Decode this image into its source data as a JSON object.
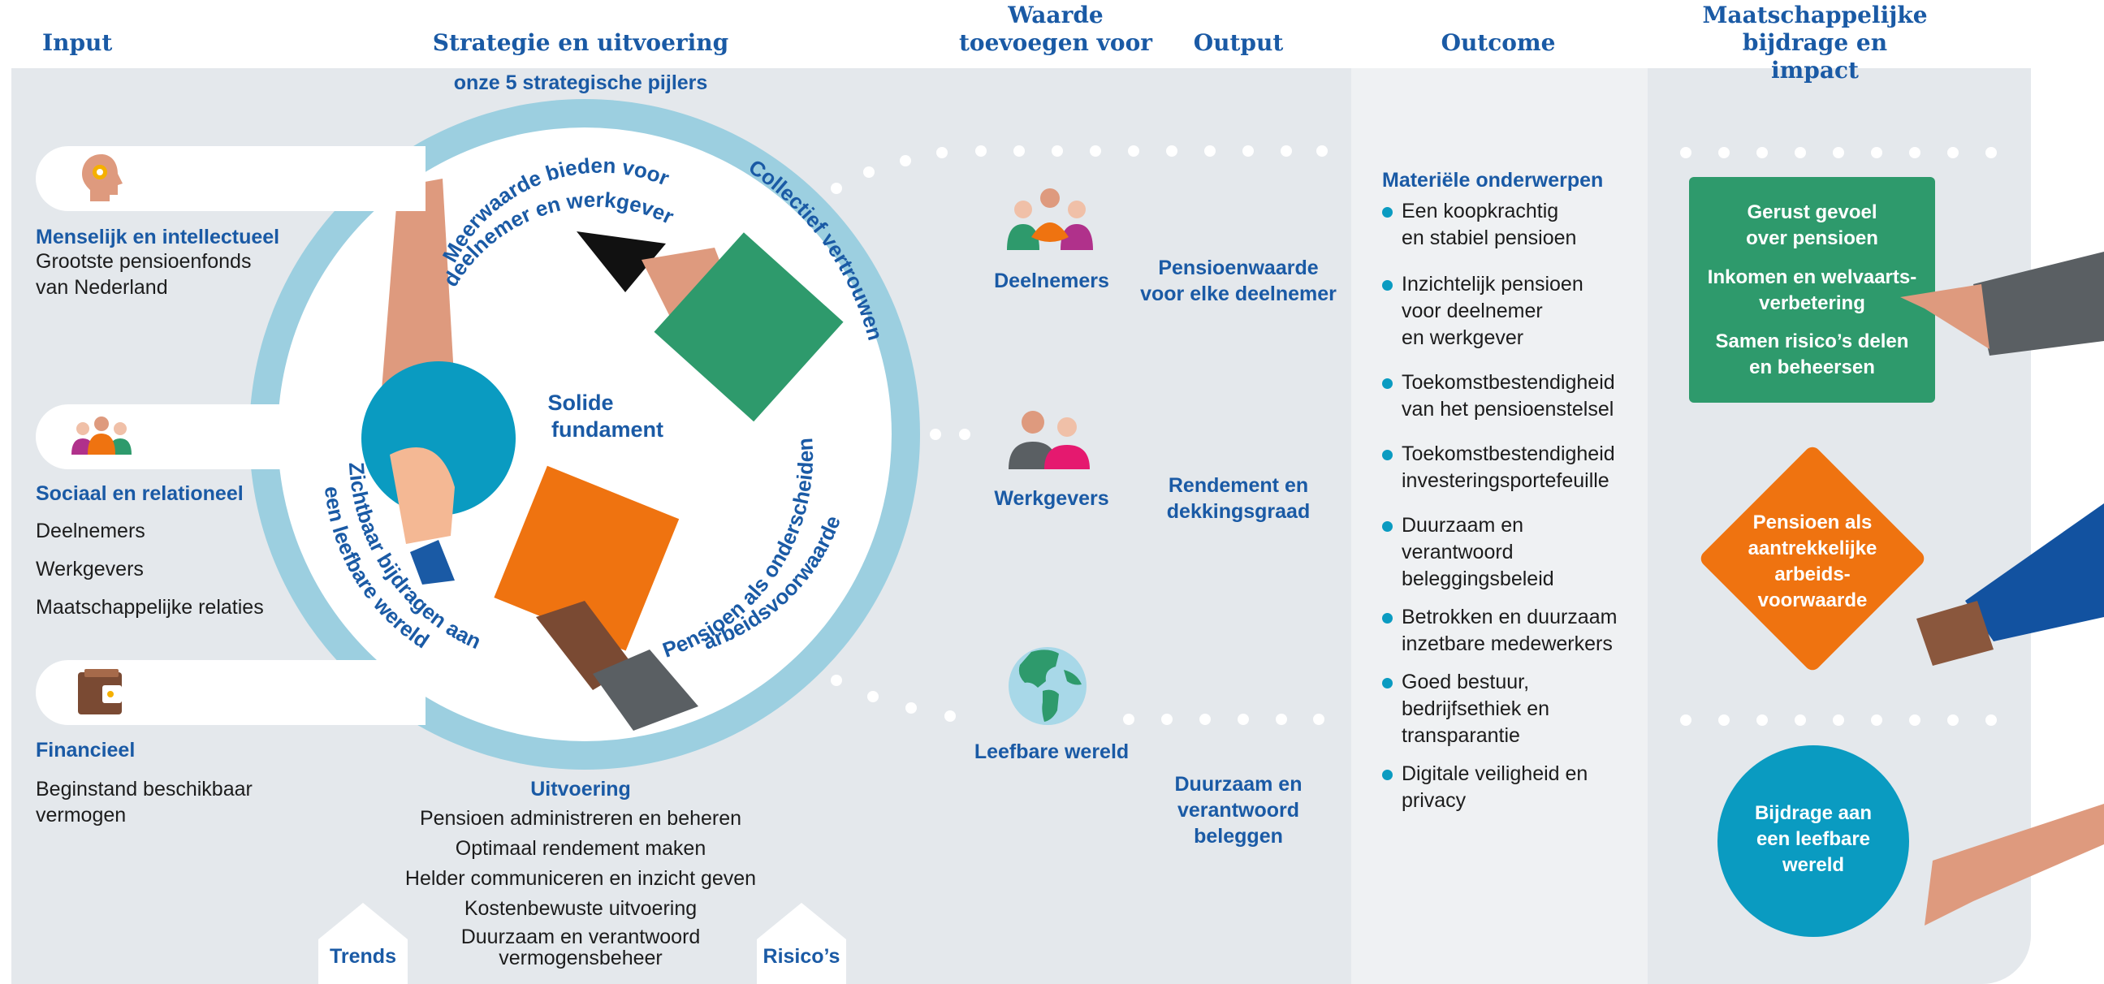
{
  "headers": {
    "input": "Input",
    "strategie": "Strategie en uitvoering",
    "waarde": "Waarde toevoegen voor",
    "output": "Output",
    "outcome": "Outcome",
    "impact": "Maatschappelijke bijdrage en impact"
  },
  "strategie_subtitle": "onze 5 strategische pijlers",
  "inputs": [
    {
      "title": "Menselijk en intellectueel",
      "lines": [
        "Grootste pensioenfonds",
        "van Nederland"
      ]
    },
    {
      "title": "Sociaal en relationeel",
      "lines": [
        "Deelnemers",
        "Werkgevers",
        "Maatschappelijke relaties"
      ]
    },
    {
      "title": "Financieel",
      "lines": [
        "Beginstand beschikbaar",
        "vermogen"
      ]
    }
  ],
  "pillars": {
    "meerwaarde_1": "Meerwaarde bieden voor",
    "meerwaarde_2": "deelnemer en werkgever",
    "collectief": "Collectief vertrouwen",
    "pensioen_1": "Pensioen als onderscheidende",
    "pensioen_2": "arbeidsvoorwaarde",
    "zichtbaar_1": "Zichtbaar bijdragen aan",
    "zichtbaar_2": "een leefbare wereld",
    "center_1": "Solide",
    "center_2": "fundament"
  },
  "uitvoering": {
    "title": "Uitvoering",
    "items": [
      "Pensioen administreren en beheren",
      "Optimaal rendement maken",
      "Helder communiceren en inzicht geven",
      "Kostenbewuste uitvoering",
      "Duurzaam en verantwoord",
      "vermogensbeheer"
    ]
  },
  "trends": "Trends",
  "risicos": "Risico’s",
  "waarde_groups": [
    "Deelnemers",
    "Werkgevers",
    "Leefbare wereld"
  ],
  "outputs": [
    [
      "Pensioenwaarde",
      "voor elke deelnemer"
    ],
    [
      "Rendement en",
      "dekkingsgraad"
    ],
    [
      "Duurzaam en",
      "verantwoord",
      "beleggen"
    ]
  ],
  "outcome": {
    "title": "Materiële onderwerpen",
    "items": [
      [
        "Een koopkrachtig",
        "en stabiel pensioen"
      ],
      [
        "Inzichtelijk pensioen",
        "voor deelnemer",
        "en werkgever"
      ],
      [
        "Toekomstbestendigheid",
        "van het pensioenstelsel"
      ],
      [
        "Toekomstbestendigheid",
        "investeringsportefeuille"
      ],
      [
        "Duurzaam en",
        "verantwoord",
        "beleggingsbeleid"
      ],
      [
        "Betrokken en duurzaam",
        "inzetbare medewerkers"
      ],
      [
        "Goed bestuur,",
        "bedrijfsethiek en",
        "transparantie"
      ],
      [
        "Digitale veiligheid en",
        "privacy"
      ]
    ]
  },
  "impact": {
    "green": [
      "Gerust gevoel",
      "over pensioen",
      "Inkomen en welvaarts-",
      "verbetering",
      "Samen risico’s delen",
      "en beheersen"
    ],
    "orange": [
      "Pensioen als",
      "aantrekkelijke",
      "arbeids-",
      "voorwaarde"
    ],
    "blue": [
      "Bijdrage aan",
      "een leefbare",
      "wereld"
    ]
  },
  "colors": {
    "panel": "#e4e8ec",
    "panel_light": "#eff1f3",
    "brand_blue": "#1a5aa5",
    "ring": "#9ccfe0",
    "green": "#2e9a6c",
    "orange": "#ef7310",
    "teal": "#0a9bc1",
    "skin": "#de9a7e",
    "dark_grey": "#5a5f63"
  }
}
